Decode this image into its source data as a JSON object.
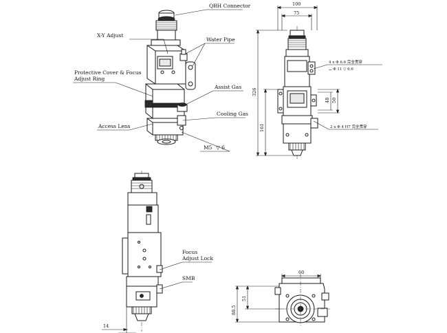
{
  "labels": {
    "qbh_connector": "QBH Connector",
    "xy_adjust": "X-Y Adjust",
    "water_pipe": "Water Pipe",
    "protective_cover_1": "Protective Cover & Focus",
    "protective_cover_2": "Adjust Ring",
    "assist_gas": "Assist Gas",
    "cooling_gas": "Cooling Gas",
    "access_lens": "Access Lens",
    "m5_thread": "M5",
    "m5_depth": "▽ 6",
    "focus_adjust_lock_1": "Focus",
    "focus_adjust_lock_2": "Adjust Lock",
    "smb": "SMB"
  },
  "dimensions": {
    "width_100": "100",
    "width_75": "75",
    "height_total": "326",
    "height_lower": "161",
    "spacing_50": "50",
    "spacing_48": "48",
    "hole_spec_1": "4 x Φ 6.6 完全贯穿",
    "hole_spec_2": "⌴ Φ 11 ▽ 6.6",
    "hole_spec_3": "2 x Φ 4 H7 完全贯穿",
    "offset_14": "14",
    "bottom_60": "60",
    "bottom_51": "51",
    "bottom_88_5": "88.5"
  }
}
